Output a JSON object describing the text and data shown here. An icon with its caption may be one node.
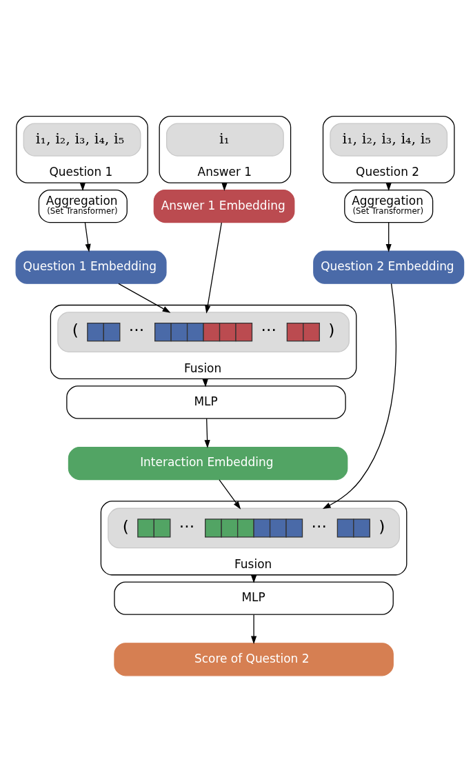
{
  "diagram": {
    "nodes": [
      {
        "text": [
          "Question 1"
        ]
      },
      {
        "text": [
          "i₁, i₂, i₃, i₄, i₅"
        ],
        "in": 0
      },
      {
        "text": [
          "Answer 1"
        ]
      },
      {
        "text": [
          "i₁"
        ],
        "in": 2
      },
      {
        "text": [
          "Question 2"
        ]
      },
      {
        "text": [
          "i₁, i₂, i₃, i₄, i₅"
        ],
        "in": 4
      },
      {
        "text": [
          "Aggregation",
          "(Set Transformer)"
        ]
      },
      {
        "text": [
          "Answer 1 Embedding"
        ]
      },
      {
        "text": [
          "Aggregation",
          "(Set Transformer)"
        ]
      },
      {
        "text": [
          "Question 1 Embedding"
        ]
      },
      {
        "text": [
          "Question 2 Embedding"
        ]
      },
      {
        "text": [
          "Fusion"
        ]
      },
      {
        "text": [
          "(",
          "···",
          "···",
          ")"
        ],
        "in": 11
      },
      {
        "text": [
          "MLP"
        ]
      },
      {
        "text": [
          "Interaction Embedding"
        ]
      },
      {
        "text": [
          "Fusion"
        ]
      },
      {
        "text": [
          "(",
          "···",
          "···",
          ")"
        ],
        "in": 15
      },
      {
        "text": [
          "MLP"
        ]
      },
      {
        "text": [
          "Score of Question 2"
        ]
      }
    ],
    "edges": [
      {
        "from": 0,
        "to": 6,
        "arrow": "to"
      },
      {
        "from": 2,
        "to": 7,
        "arrow": "to"
      },
      {
        "from": 4,
        "to": 8,
        "arrow": "to"
      },
      {
        "from": 6,
        "to": 9,
        "arrow": "to"
      },
      {
        "from": 8,
        "to": 10,
        "arrow": "to"
      },
      {
        "from": 9,
        "to": 12,
        "arrow": "to"
      },
      {
        "from": 7,
        "to": 12,
        "arrow": "to"
      },
      {
        "from": 11,
        "to": 13,
        "arrow": "to"
      },
      {
        "from": 13,
        "to": 14,
        "arrow": "to"
      },
      {
        "from": 14,
        "to": 16,
        "arrow": "to"
      },
      {
        "from": 10,
        "to": 16,
        "arrow": "to"
      },
      {
        "from": 15,
        "to": 17,
        "arrow": "to"
      },
      {
        "from": 17,
        "to": 18,
        "arrow": "to"
      }
    ]
  }
}
